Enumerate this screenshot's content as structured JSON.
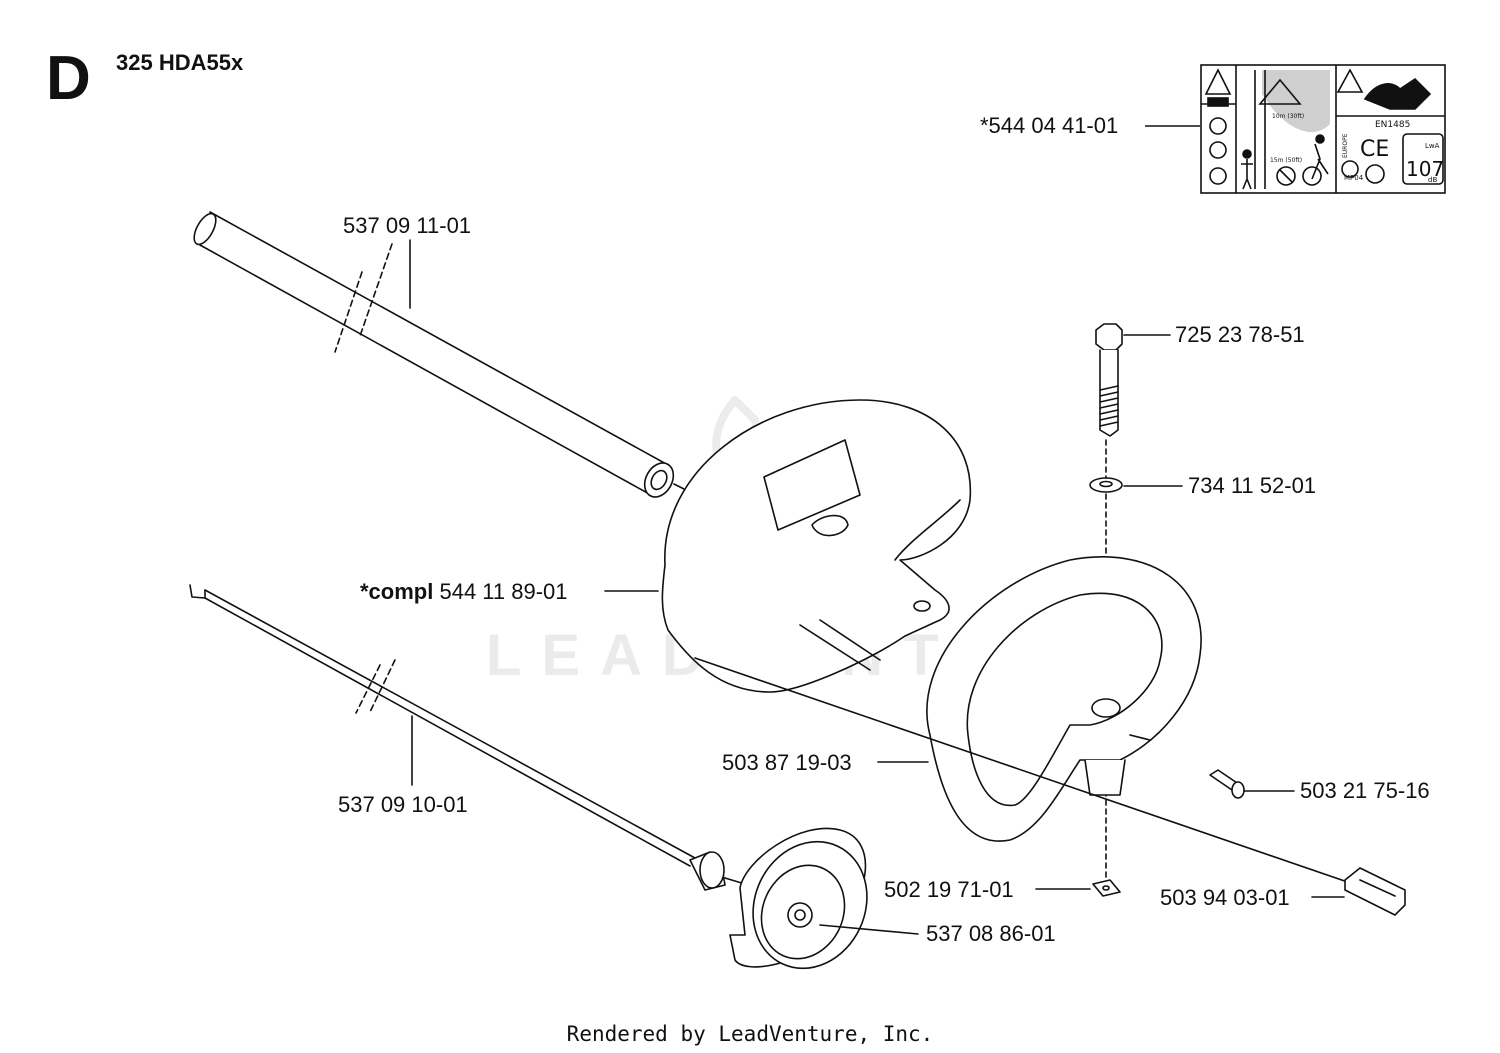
{
  "header": {
    "section_letter": "D",
    "model": "325 HDA55x"
  },
  "watermark": "LEADVENTURE",
  "labels": {
    "decal": "*544 04 41-01",
    "tube": "537 09 11-01",
    "bolt": "725 23 78-51",
    "washer": "734 11 52-01",
    "guard_prefix": "*compl",
    "guard": "544 11 89-01",
    "handle": "503 87 19-03",
    "screw": "503 21 75-16",
    "shaft": "537 09 10-01",
    "nut": "502 19 71-01",
    "clip": "503 94 03-01",
    "cup": "537 08 86-01"
  },
  "decal_text": {
    "height": "10m (30ft)",
    "distance": "15m (50ft)",
    "standard": "EN1485",
    "sound_unit": "LwA",
    "sound_value": "107",
    "sound_db": "dB",
    "region": "EUROPE",
    "mark": "MP04"
  },
  "footer": "Rendered by LeadVenture, Inc."
}
